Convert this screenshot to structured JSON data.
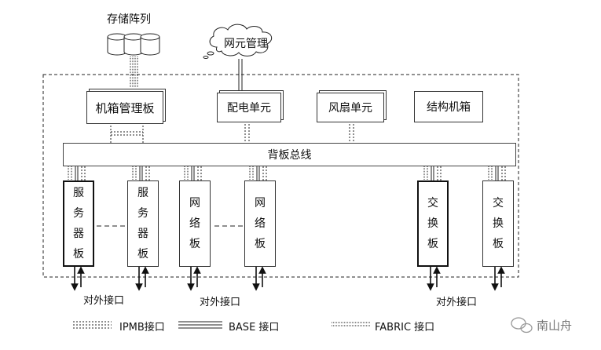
{
  "storage_array": "存储阵列",
  "net_mgmt": "网元管理",
  "chassis_mgmt_board": "机箱管理板",
  "power_unit": "配电单元",
  "fan_unit": "风扇单元",
  "structure_chassis": "结构机箱",
  "backplane_bus": "背板总线",
  "server_board": [
    "服",
    "务",
    "器",
    "板"
  ],
  "network_board": [
    "网",
    "络",
    "板"
  ],
  "switch_board": [
    "交",
    "换",
    "板"
  ],
  "external_interface": "对外接口",
  "legend": {
    "ipmb": "IPMB接口",
    "base": "BASE 接口",
    "fabric": "FABRIC 接口"
  },
  "watermark": "南山舟"
}
